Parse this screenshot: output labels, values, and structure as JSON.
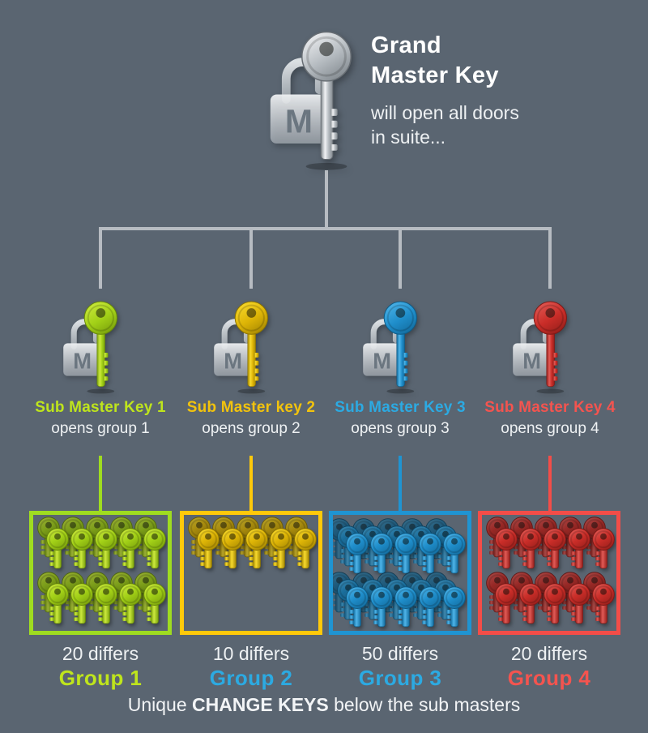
{
  "background_color": "#5a6571",
  "connector_color": "#b7bcc2",
  "lock_letter": "M",
  "root": {
    "title": "Grand Master Key",
    "subtitle": "will open all doors in suite...",
    "key_colors": {
      "light": "#f1f2f4",
      "mid": "#b6bcc1",
      "dark": "#82898f",
      "stroke": "#676d73"
    }
  },
  "sub_masters": [
    {
      "label": "Sub Master Key 1",
      "opens": "opens group 1",
      "text_color": "#bfe51c",
      "key_colors": {
        "light": "#cdea3e",
        "mid": "#a2d017",
        "dark": "#79a00c",
        "stroke": "#65850a"
      }
    },
    {
      "label": "Sub Master key 2",
      "opens": "opens group 2",
      "text_color": "#f2c30d",
      "key_colors": {
        "light": "#f8da2e",
        "mid": "#ddb406",
        "dark": "#a58803",
        "stroke": "#8a7202"
      }
    },
    {
      "label": "Sub Master Key 3",
      "opens": "opens group 3",
      "text_color": "#2caae2",
      "key_colors": {
        "light": "#4fb5e9",
        "mid": "#1f8ecb",
        "dark": "#136c9e",
        "stroke": "#0f5a84"
      }
    },
    {
      "label": "Sub Master Key 4",
      "opens": "opens group 4",
      "text_color": "#f4544f",
      "key_colors": {
        "light": "#e25b56",
        "mid": "#c92d28",
        "dark": "#951f1b",
        "stroke": "#7c1916"
      }
    }
  ],
  "groups": [
    {
      "differs": "20 differs",
      "label": "Group 1",
      "label_color": "#bfe51c",
      "line_color": "#9fdc20",
      "rows": 2,
      "layers": 2,
      "columns": 5,
      "key_colors": {
        "light": "#cdea3e",
        "mid": "#a2d017",
        "dark": "#79a00c",
        "stroke": "#65850a"
      }
    },
    {
      "differs": "10 differs",
      "label": "Group 2",
      "label_color": "#2caae2",
      "line_color": "#ffc90a",
      "rows": 1,
      "layers": 2,
      "columns": 5,
      "key_colors": {
        "light": "#f8da2e",
        "mid": "#ddb406",
        "dark": "#a58803",
        "stroke": "#8a7202"
      }
    },
    {
      "differs": "50 differs",
      "label": "Group 3",
      "label_color": "#2caae2",
      "line_color": "#1f94d2",
      "rows": 2,
      "layers": 3,
      "columns": 5,
      "key_colors": {
        "light": "#4fb5e9",
        "mid": "#1f8ecb",
        "dark": "#136c9e",
        "stroke": "#0f5a84"
      }
    },
    {
      "differs": "20 differs",
      "label": "Group 4",
      "label_color": "#f4544f",
      "line_color": "#f34d48",
      "rows": 2,
      "layers": 2,
      "columns": 5,
      "key_colors": {
        "light": "#e25b56",
        "mid": "#c92d28",
        "dark": "#951f1b",
        "stroke": "#7c1916"
      }
    }
  ],
  "footer": {
    "prefix": "Unique ",
    "bold": "CHANGE KEYS",
    "suffix": " below the sub masters"
  }
}
